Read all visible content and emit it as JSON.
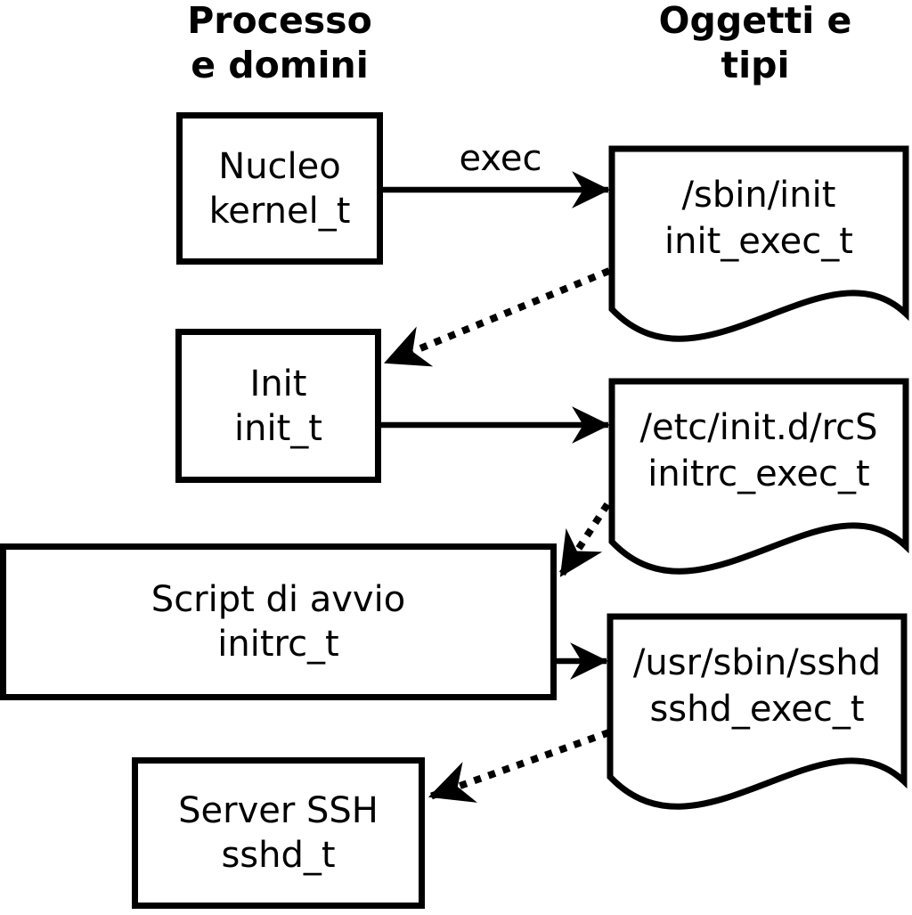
{
  "headers": {
    "left_line1": "Processo",
    "left_line2": "e domini",
    "right_line1": "Oggetti e",
    "right_line2": "tipi"
  },
  "processes": [
    {
      "name": "Nucleo",
      "type": "kernel_t"
    },
    {
      "name": "Init",
      "type": "init_t"
    },
    {
      "name": "Script di avvio",
      "type": "initrc_t"
    },
    {
      "name": "Server SSH",
      "type": "sshd_t"
    }
  ],
  "objects": [
    {
      "path": "/sbin/init",
      "type": "init_exec_t"
    },
    {
      "path": "/etc/init.d/rcS",
      "type": "initrc_exec_t"
    },
    {
      "path": "/usr/sbin/sshd",
      "type": "sshd_exec_t"
    }
  ],
  "labels": {
    "exec": "exec"
  },
  "colors": {
    "ink": "#000000",
    "background": "#ffffff"
  }
}
